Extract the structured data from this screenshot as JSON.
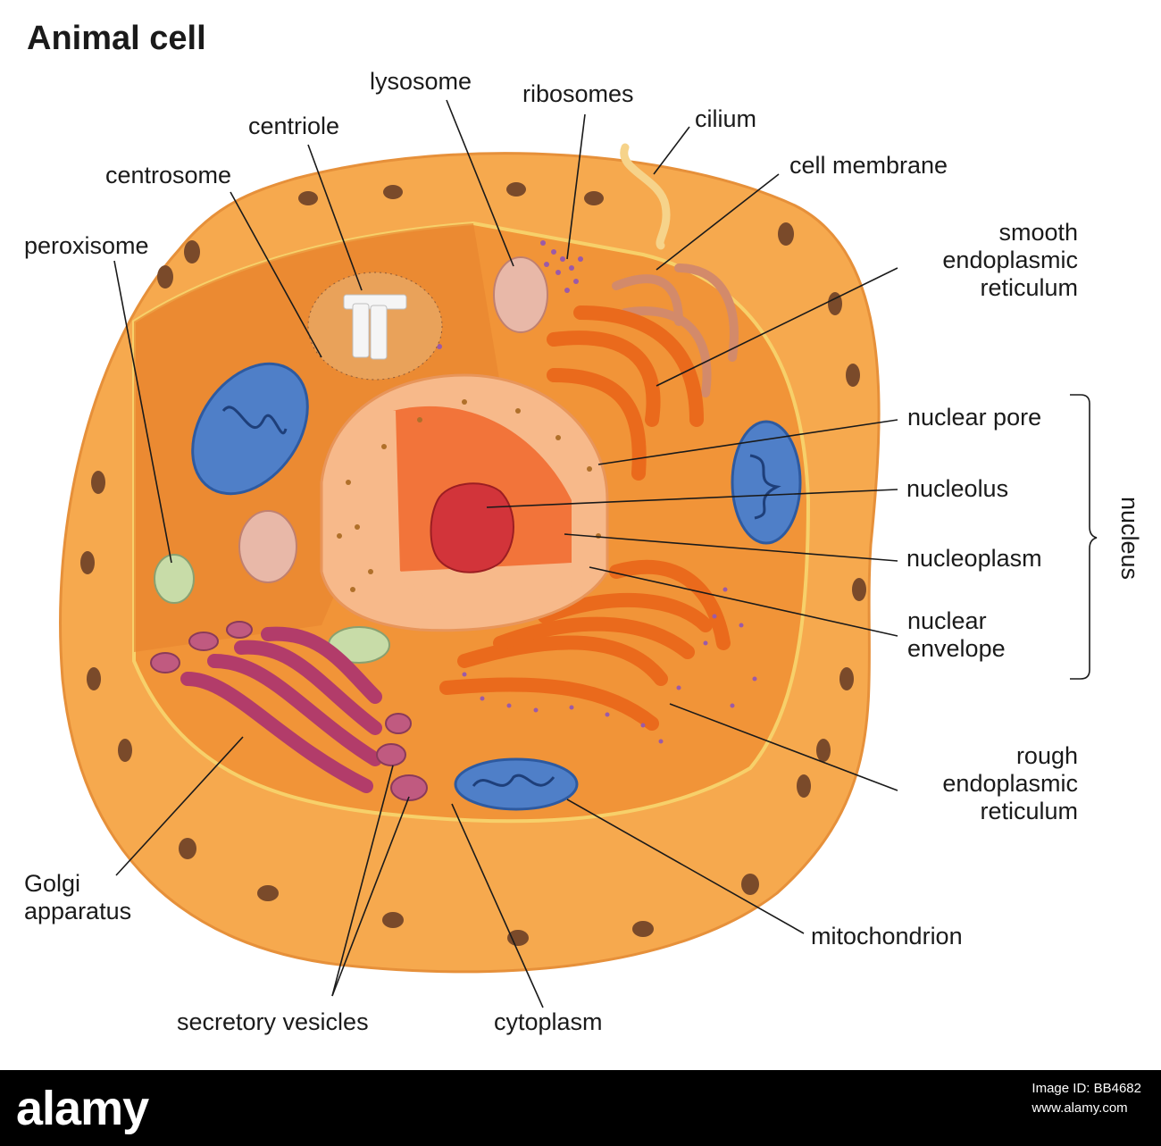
{
  "title": "Animal cell",
  "labels": {
    "lysosome": "lysosome",
    "ribosomes": "ribosomes",
    "cilium": "cilium",
    "centriole": "centriole",
    "centrosome": "centrosome",
    "cell_membrane": "cell membrane",
    "peroxisome": "peroxisome",
    "smooth_er": [
      "smooth",
      "endoplasmic",
      "reticulum"
    ],
    "nuclear_pore": "nuclear pore",
    "nucleolus": "nucleolus",
    "nucleoplasm": "nucleoplasm",
    "nuclear_envelope": [
      "nuclear",
      "envelope"
    ],
    "nucleus": "nucleus",
    "rough_er": [
      "rough",
      "endoplasmic",
      "reticulum"
    ],
    "golgi": [
      "Golgi",
      "apparatus"
    ],
    "mitochondrion": "mitochondrion",
    "secretory_vesicles": "secretory vesicles",
    "cytoplasm": "cytoplasm"
  },
  "footer": {
    "brand": "alamy",
    "image_id_label": "Image ID: BB4682",
    "site": "www.alamy.com"
  },
  "colors": {
    "cytoplasm": "#f5a54a",
    "membrane": "#f8bd6a",
    "nucleus_envelope": "#f7b98a",
    "nucleoplasm": "#f2743a",
    "nucleolus": "#d2343a",
    "mitochondrion": "#4f7fc8",
    "golgi": "#b23c6a",
    "rough_er": "#ee7a2a",
    "ribosome_dots": "#9b5aa8"
  }
}
